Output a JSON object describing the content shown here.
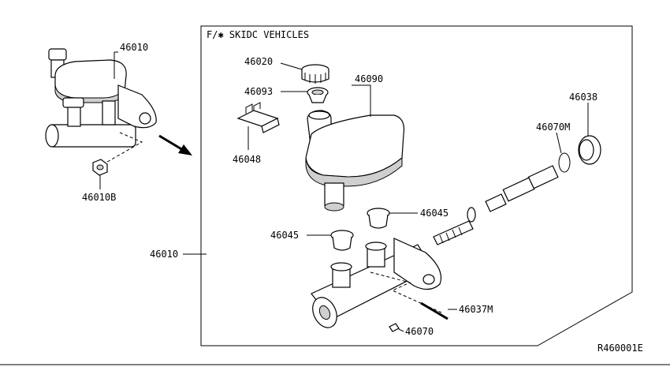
{
  "diagram": {
    "box_caption": "F/✱ SKIDC VEHICLES",
    "drawing_code": "R460001E",
    "labels": {
      "p46010_top": "46010",
      "p46010b": "46010B",
      "p46010_side": "46010",
      "p46020": "46020",
      "p46093": "46093",
      "p46090": "46090",
      "p46048": "46048",
      "p46038": "46038",
      "p46070m": "46070M",
      "p46045_right": "46045",
      "p46045_left": "46045",
      "p46037m": "46037M",
      "p46070": "46070"
    }
  },
  "icons": {
    "arrow": "arrow-right-down-icon"
  }
}
